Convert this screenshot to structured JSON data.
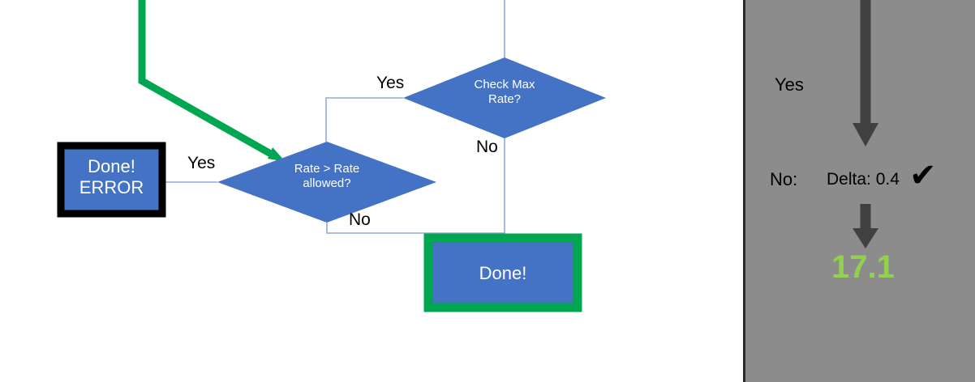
{
  "slide": {
    "background_color": "#ffffff",
    "node_fill": "#4472c4",
    "node_text_color": "#ffffff",
    "connector_color": "#8faadc",
    "highlight_green": "#00a650",
    "error_outline": "#000000"
  },
  "flowchart": {
    "nodes": [
      {
        "id": "done-error",
        "shape": "rectangle",
        "label": "Done!\nERROR",
        "outline": "black-thick"
      },
      {
        "id": "rate-gt-rate-allowed",
        "shape": "diamond",
        "label": "Rate > Rate\nallowed?"
      },
      {
        "id": "check-max-rate",
        "shape": "diamond",
        "label": "Check Max\nRate?"
      },
      {
        "id": "done",
        "shape": "rectangle",
        "label": "Done!",
        "outline": "green-thick"
      }
    ],
    "edge_labels": [
      {
        "id": "yes-to-check-max-rate",
        "text": "Yes"
      },
      {
        "id": "no-from-check-max-rate",
        "text": "No"
      },
      {
        "id": "yes-to-done-error",
        "text": "Yes"
      },
      {
        "id": "no-from-rate-gt",
        "text": "No"
      }
    ]
  },
  "panel": {
    "background_color": "#8c8c8c",
    "arrow_color": "#404040",
    "yes_label": "Yes",
    "no_label": "No:",
    "delta_label": "Delta: 0.4",
    "check_glyph": "✔",
    "result_value": "17.1",
    "result_color": "#92d050"
  }
}
